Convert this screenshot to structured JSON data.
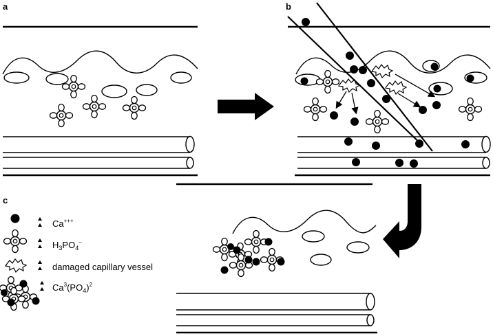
{
  "panels": {
    "a": "a",
    "b": "b",
    "c": "c"
  },
  "legend": {
    "calcium_ion": {
      "base": "Ca",
      "charge": "+++",
      "icon": "black-dot-icon"
    },
    "phosphate": {
      "base": "H",
      "sub1": "3",
      "mid": "PO",
      "sub2": "4",
      "charge": "–",
      "icon": "phosphate-cluster-icon"
    },
    "damaged_vessel": {
      "label": "damaged capillary vessel",
      "icon": "burst-icon"
    },
    "calcium_phosphate": {
      "base": "Ca",
      "sup1": "3",
      "mid": "(PO",
      "sub": "4",
      "close": ")",
      "sup2": "2",
      "icon": "calcium-phosphate-cluster-icon"
    }
  },
  "colors": {
    "ink": "#000000",
    "paper": "#ffffff"
  }
}
